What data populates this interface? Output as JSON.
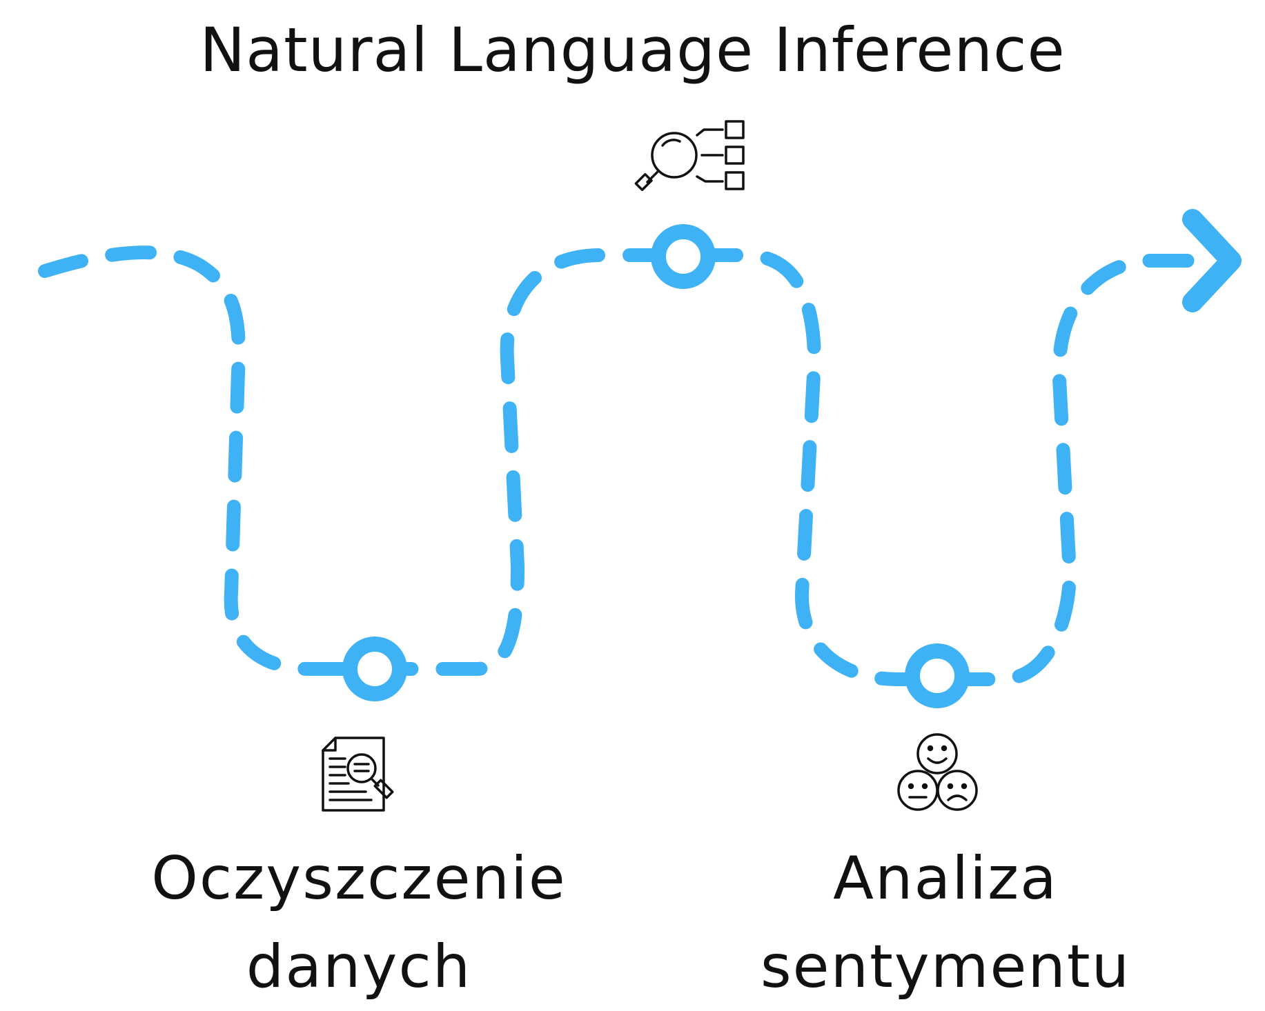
{
  "title": "Natural Language Inference",
  "colors": {
    "path": "#3EB2F5",
    "icon_stroke": "#111111",
    "text": "#111111",
    "background": "#FFFFFF"
  },
  "steps": [
    {
      "label_line1": "Oczyszczenie",
      "label_line2": "danych",
      "icon": "document-magnifier-icon"
    },
    {
      "label_line1": "",
      "label_line2": "",
      "icon": "magnifier-checklist-icon"
    },
    {
      "label_line1": "Analiza",
      "label_line2": "sentymentu",
      "icon": "sentiment-faces-icon"
    }
  ]
}
